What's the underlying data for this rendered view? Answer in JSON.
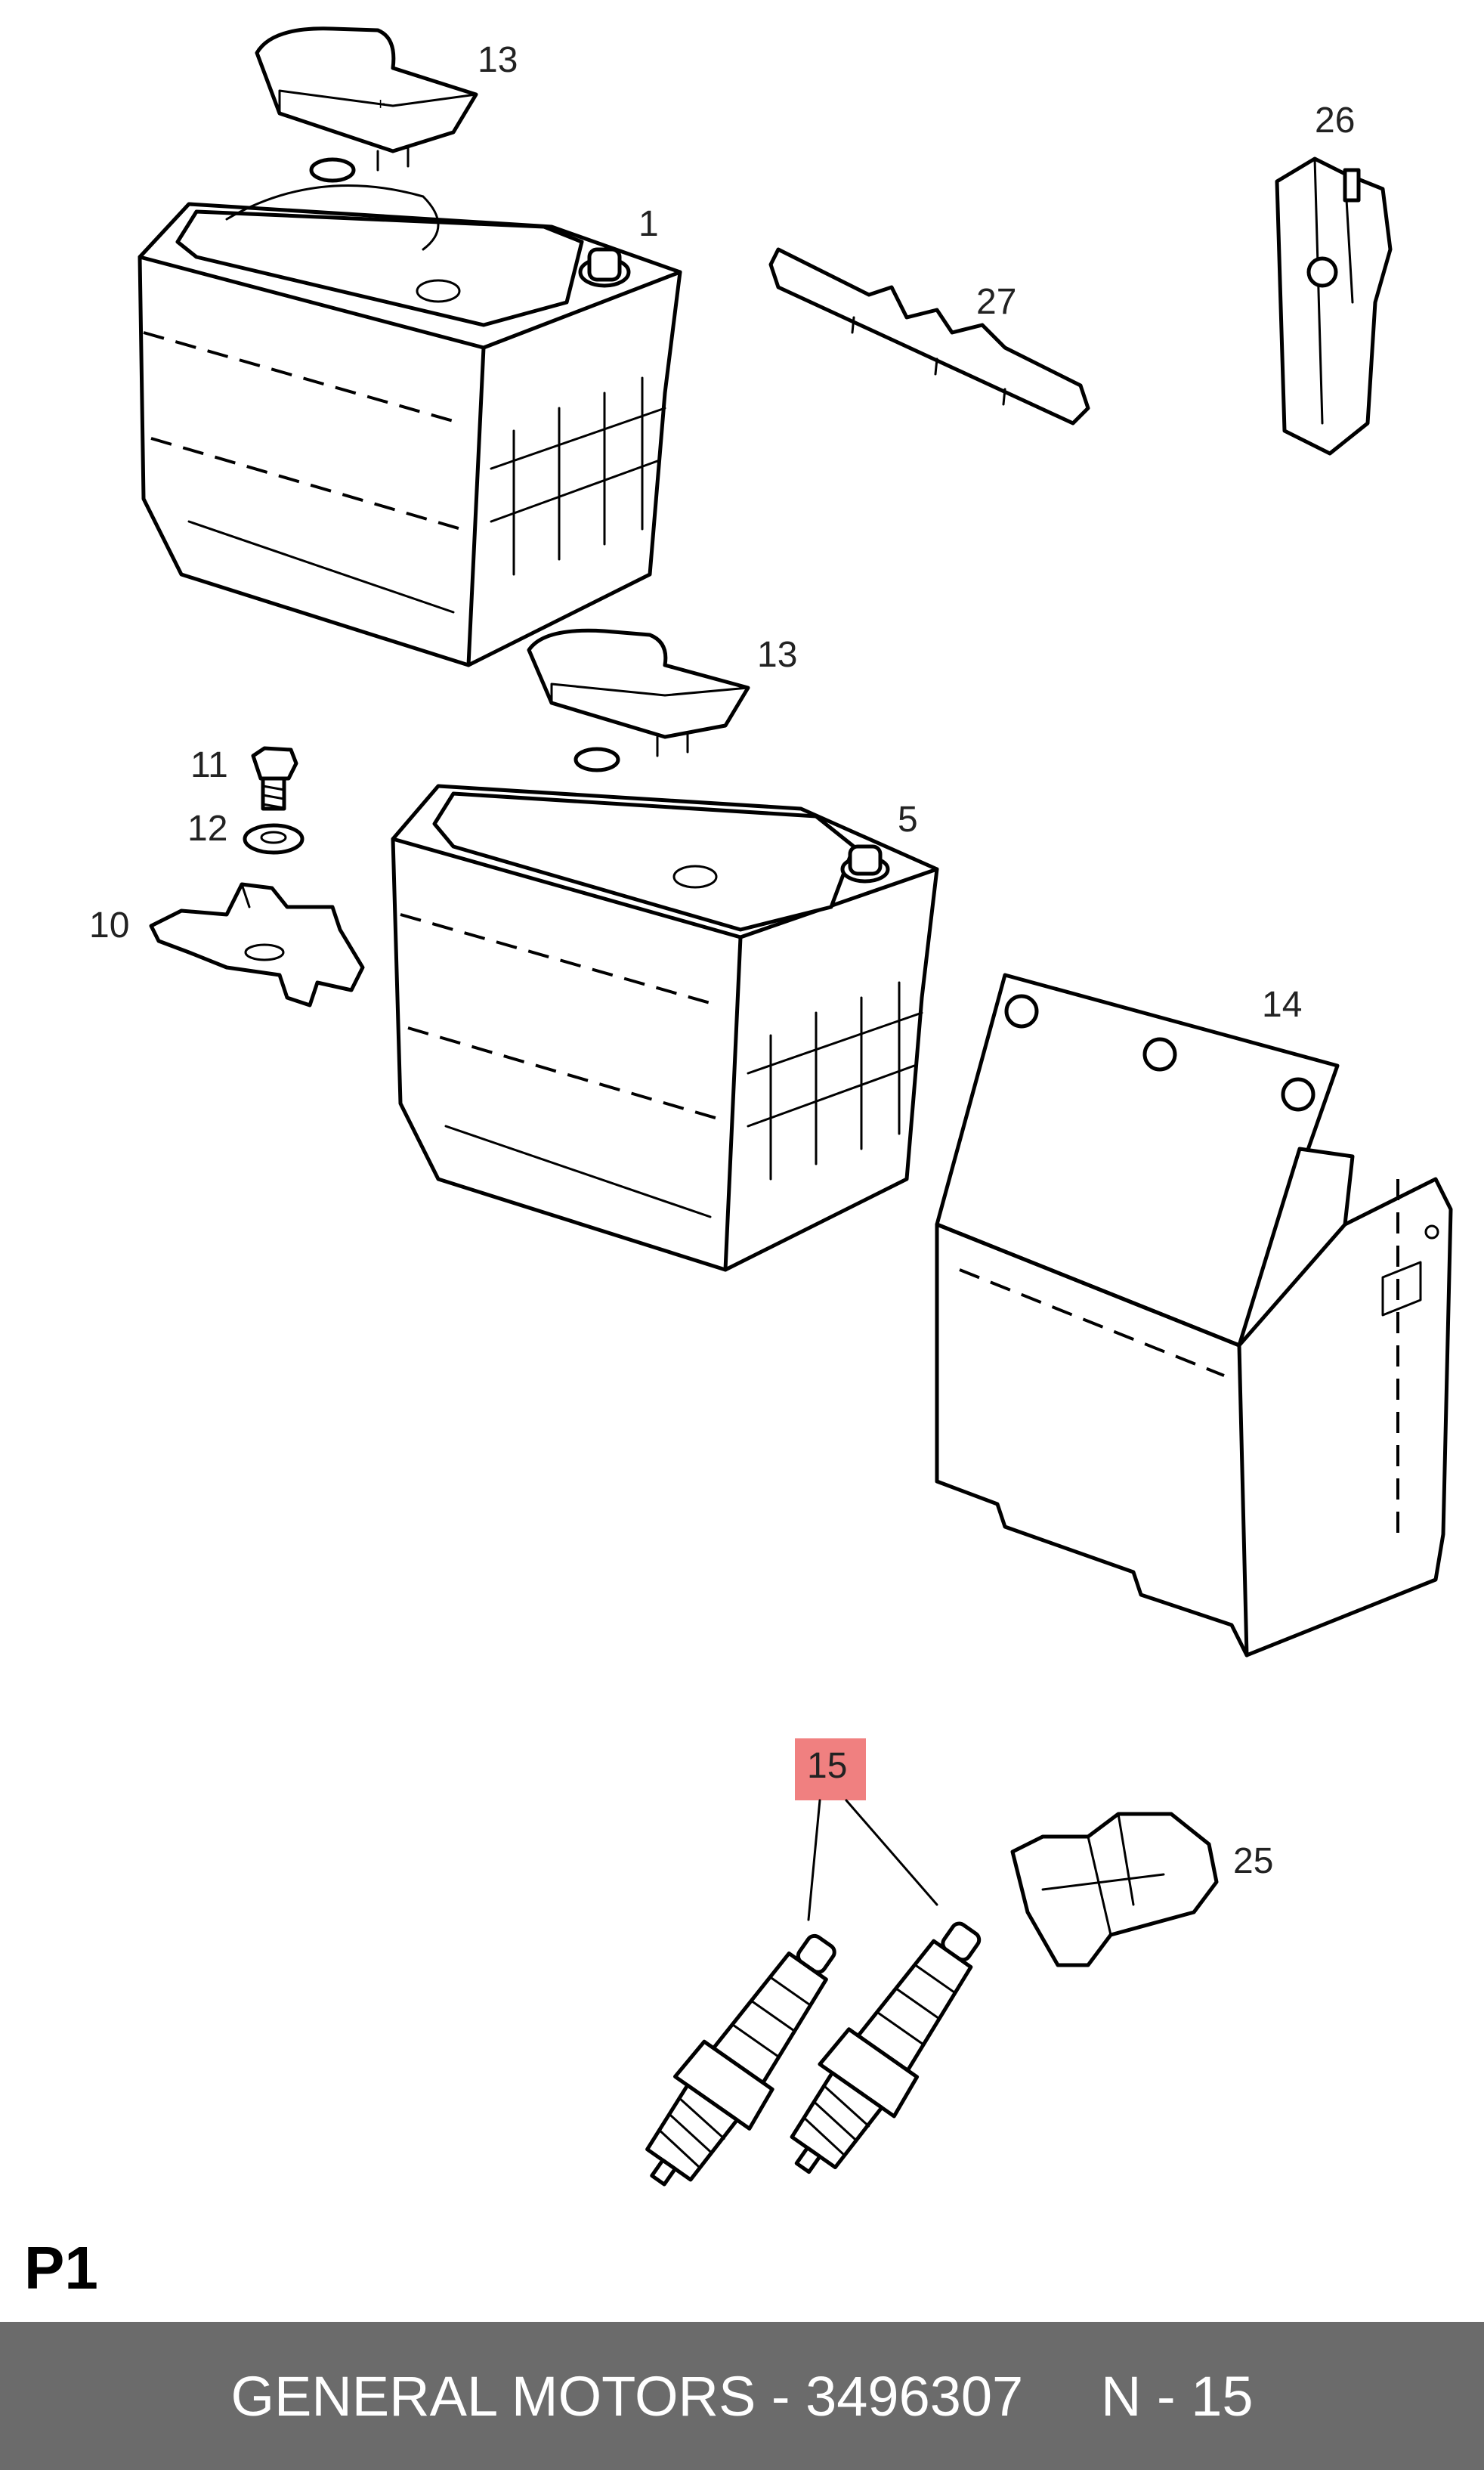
{
  "page_label": "P1",
  "footer": {
    "text": "GENERAL MOTORS - 3496307     N - 15"
  },
  "highlight_color": "#f08080",
  "callouts": {
    "c1": "1",
    "c5": "5",
    "c10": "10",
    "c11": "11",
    "c12": "12",
    "c13_top": "13",
    "c13_mid": "13",
    "c14": "14",
    "c15": "15",
    "c25": "25",
    "c26": "26",
    "c27": "27"
  }
}
